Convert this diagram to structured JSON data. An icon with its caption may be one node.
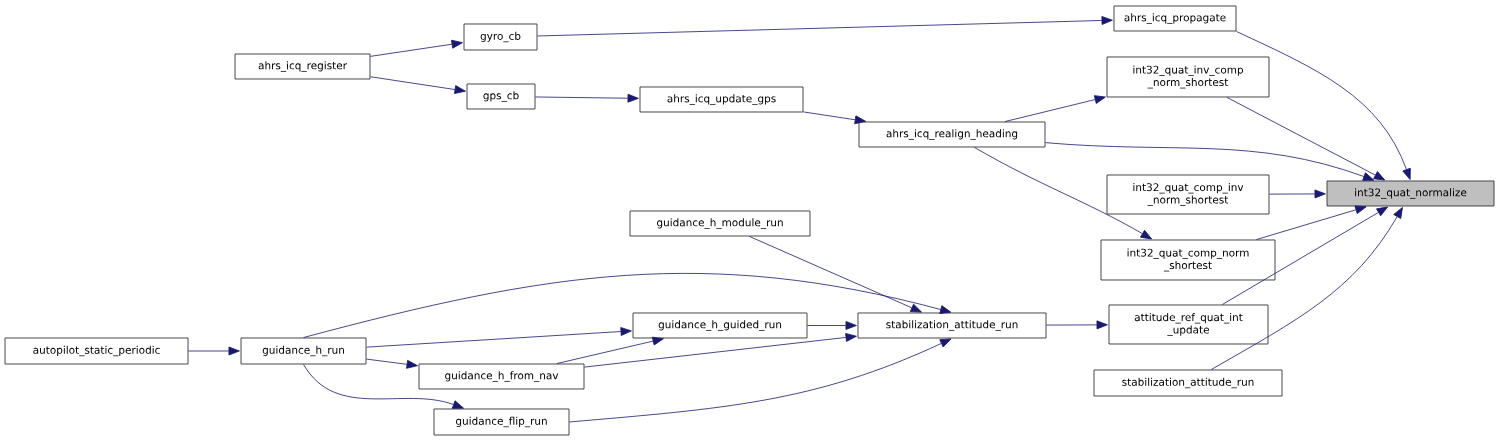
{
  "diagram": {
    "nodes": [
      {
        "text": [
          "int32_quat_normalize"
        ]
      },
      {
        "text": [
          "ahrs_icq_propagate"
        ]
      },
      {
        "text": [
          "int32_quat_inv_comp _norm_shortest"
        ]
      },
      {
        "text": [
          "ahrs_icq_realign_heading"
        ]
      },
      {
        "text": [
          "int32_quat_comp_inv _norm_shortest"
        ]
      },
      {
        "text": [
          "int32_quat_comp_norm _shortest"
        ]
      },
      {
        "text": [
          "attitude_ref_quat_int _update"
        ]
      },
      {
        "text": [
          "stabilization_attitude_run"
        ]
      },
      {
        "text": [
          "gyro_cb"
        ]
      },
      {
        "text": [
          "ahrs_icq_register"
        ]
      },
      {
        "text": [
          "gps_cb"
        ]
      },
      {
        "text": [
          "ahrs_icq_update_gps"
        ]
      },
      {
        "text": [
          "guidance_h_module_run"
        ]
      },
      {
        "text": [
          "stabilization_attitude_run"
        ]
      },
      {
        "text": [
          "guidance_h_guided_run"
        ]
      },
      {
        "text": [
          "guidance_h_run"
        ]
      },
      {
        "text": [
          "autopilot_static_periodic"
        ]
      },
      {
        "text": [
          "guidance_h_from_nav"
        ]
      },
      {
        "text": [
          "guidance_flip_run"
        ]
      }
    ],
    "edges": [
      {
        "from": 1,
        "to": 0,
        "arrow": "to"
      },
      {
        "from": 2,
        "to": 0,
        "arrow": "to"
      },
      {
        "from": 3,
        "to": 0,
        "arrow": "to"
      },
      {
        "from": 4,
        "to": 0,
        "arrow": "to"
      },
      {
        "from": 5,
        "to": 0,
        "arrow": "to"
      },
      {
        "from": 6,
        "to": 0,
        "arrow": "to"
      },
      {
        "from": 7,
        "to": 0,
        "arrow": "to"
      },
      {
        "from": 8,
        "to": 1,
        "arrow": "to"
      },
      {
        "from": 3,
        "to": 2,
        "arrow": "to"
      },
      {
        "from": 3,
        "to": 5,
        "arrow": "to"
      },
      {
        "from": 9,
        "to": 8,
        "arrow": "to"
      },
      {
        "from": 9,
        "to": 10,
        "arrow": "to"
      },
      {
        "from": 10,
        "to": 11,
        "arrow": "to"
      },
      {
        "from": 11,
        "to": 3,
        "arrow": "to"
      },
      {
        "from": 12,
        "to": 13,
        "arrow": "to"
      },
      {
        "from": 13,
        "to": 6,
        "arrow": "to"
      },
      {
        "from": 14,
        "to": 13,
        "arrow": "to"
      },
      {
        "from": 15,
        "to": 13,
        "arrow": "to"
      },
      {
        "from": 15,
        "to": 14,
        "arrow": "to"
      },
      {
        "from": 15,
        "to": 17,
        "arrow": "to"
      },
      {
        "from": 15,
        "to": 18,
        "arrow": "to"
      },
      {
        "from": 17,
        "to": 13,
        "arrow": "to"
      },
      {
        "from": 17,
        "to": 14,
        "arrow": "to"
      },
      {
        "from": 18,
        "to": 13,
        "arrow": "to"
      },
      {
        "from": 16,
        "to": 15,
        "arrow": "to"
      }
    ]
  }
}
